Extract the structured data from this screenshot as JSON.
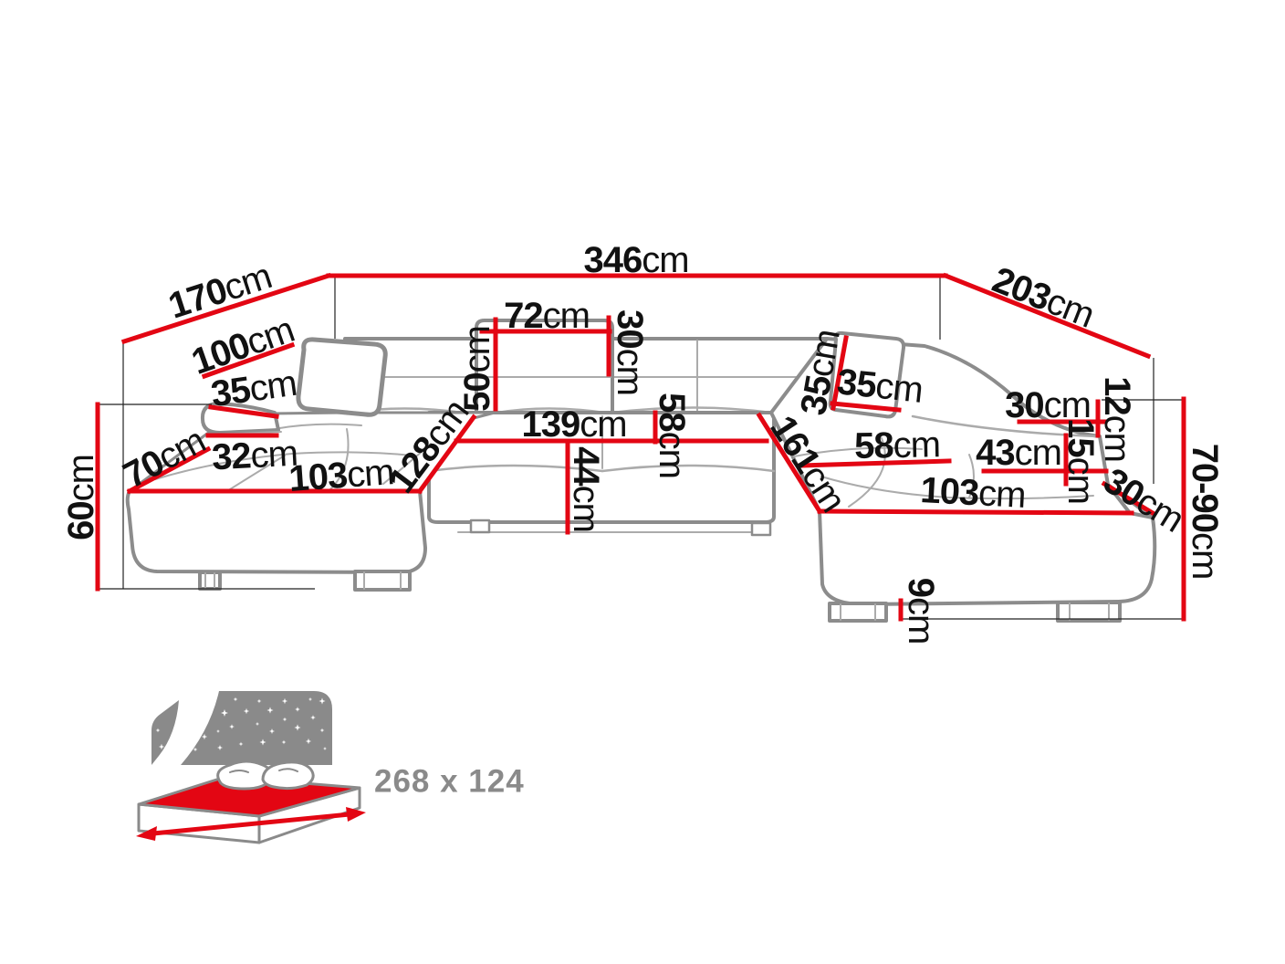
{
  "dimensions": {
    "total_width_346": {
      "value": "346",
      "unit": "cm"
    },
    "side_left_170": {
      "value": "170",
      "unit": "cm"
    },
    "side_right_203": {
      "value": "203",
      "unit": "cm"
    },
    "back_left_100": {
      "value": "100",
      "unit": "cm"
    },
    "armrest_left_35": {
      "value": "35",
      "unit": "cm"
    },
    "corner_left_70": {
      "value": "70",
      "unit": "cm"
    },
    "armrest_left_32": {
      "value": "32",
      "unit": "cm"
    },
    "chaise_left_103": {
      "value": "103",
      "unit": "cm"
    },
    "seat_diagonal_128": {
      "value": "128",
      "unit": "cm"
    },
    "backrest_height_50": {
      "value": "50",
      "unit": "cm"
    },
    "headrest_width_72": {
      "value": "72",
      "unit": "cm"
    },
    "headrest_height_30": {
      "value": "30",
      "unit": "cm"
    },
    "seat_width_139": {
      "value": "139",
      "unit": "cm"
    },
    "seat_depth_58": {
      "value": "58",
      "unit": "cm"
    },
    "front_height_44": {
      "value": "44",
      "unit": "cm"
    },
    "chaise_right_161": {
      "value": "161",
      "unit": "cm"
    },
    "headrest_right_35a": {
      "value": "35",
      "unit": "cm"
    },
    "headrest_right_35b": {
      "value": "35",
      "unit": "cm"
    },
    "armrest_right_30": {
      "value": "30",
      "unit": "cm"
    },
    "corner_right_12": {
      "value": "12",
      "unit": "cm"
    },
    "corner_right_15": {
      "value": "15",
      "unit": "cm"
    },
    "seat_right_58": {
      "value": "58",
      "unit": "cm"
    },
    "armrest_right_43": {
      "value": "43",
      "unit": "cm"
    },
    "chaise_right_103": {
      "value": "103",
      "unit": "cm"
    },
    "corner_edge_30": {
      "value": "30",
      "unit": "cm"
    },
    "height_range_70_90": {
      "value": "70-90",
      "unit": "cm"
    },
    "leg_height_9": {
      "value": "9",
      "unit": "cm"
    },
    "side_height_60": {
      "value": "60",
      "unit": "cm"
    }
  },
  "sleeping_area": {
    "label": "268 x 124"
  },
  "colors": {
    "red": "#e30613",
    "sofa": "#8c8c8c",
    "seam": "#ababab",
    "guide": "#222222",
    "text": "#111111",
    "icon": "#8a8a8a"
  }
}
